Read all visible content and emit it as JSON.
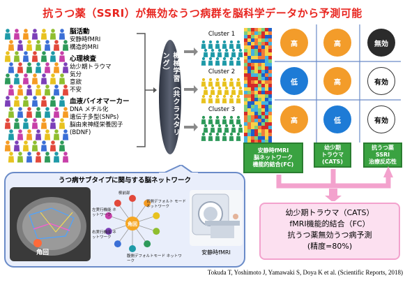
{
  "title": "抗うつ薬（SSRI）が無効なうつ病群を脳科学データから予測可能",
  "data_panel": {
    "sections": [
      {
        "head": "脳活動",
        "items": [
          "安静時fMRI",
          "構造的MRI"
        ]
      },
      {
        "head": "心理検査",
        "items": [
          "幼少期トラウマ",
          "気分",
          "意欲",
          "不安"
        ]
      },
      {
        "head": "血液バイオマーカー",
        "items": [
          "DNA メチル化",
          "遺伝子多型(SNPs)",
          "脳由来神経栄養因子",
          "(BDNF)"
        ]
      }
    ]
  },
  "machine_learning_label": "機械学習（共クラスタリング）",
  "clusters": [
    {
      "label": "Cluster 1",
      "color": "#1f9aa8"
    },
    {
      "label": "Cluster 2",
      "color": "#e8c21f"
    },
    {
      "label": "Cluster 3",
      "color": "#2e9a5a"
    }
  ],
  "grid": {
    "rows": [
      [
        {
          "text": "高",
          "style": "orange"
        },
        {
          "text": "高",
          "style": "orange"
        },
        {
          "text": "無効",
          "style": "black"
        }
      ],
      [
        {
          "text": "低",
          "style": "blue"
        },
        {
          "text": "高",
          "style": "orange"
        },
        {
          "text": "有効",
          "style": "white"
        }
      ],
      [
        {
          "text": "高",
          "style": "orange"
        },
        {
          "text": "低",
          "style": "blue"
        },
        {
          "text": "有効",
          "style": "white"
        }
      ]
    ]
  },
  "columns": [
    {
      "line1": "安静時fMRI",
      "line2": "脳ネットワーク",
      "line3": "機能的結合(FC)"
    },
    {
      "line1": "幼少期",
      "line2": "トラウマ",
      "line3": "(CATS)"
    },
    {
      "line1": "抗うつ薬",
      "line2": "SSRI",
      "line3": "治療反応性"
    }
  ],
  "network_panel": {
    "title": "うつ病サブタイプに関与する脳ネットワーク",
    "brain_label": "角回",
    "hub_label": "角回",
    "node_labels": {
      "top": "楔前部",
      "top_right": "背側デフォルト モードネットワーク",
      "left_upper": "左実行機能 ネットワーク",
      "left_lower": "右実行機能 ネットワーク",
      "bottom": "腹側デフォルトモード ネットワーク"
    },
    "scanner_label": "安静時fMRI"
  },
  "result": {
    "line1": "幼少期トラウマ（CATS）",
    "line2": "fMRI機能的結合（FC）",
    "line3": "抗うつ薬無効うつ病予測",
    "line4": "(精度=80%)"
  },
  "citation": "Tokuda T, Yoshimoto J, Yamawaki S, Doya K et al. (Scientific Reports, 2018)",
  "colors": {
    "title": "#e8251f",
    "orange": "#f39c2a",
    "blue": "#1e7bd6",
    "green": "#3aa241",
    "pink": "#f3a2cd"
  }
}
